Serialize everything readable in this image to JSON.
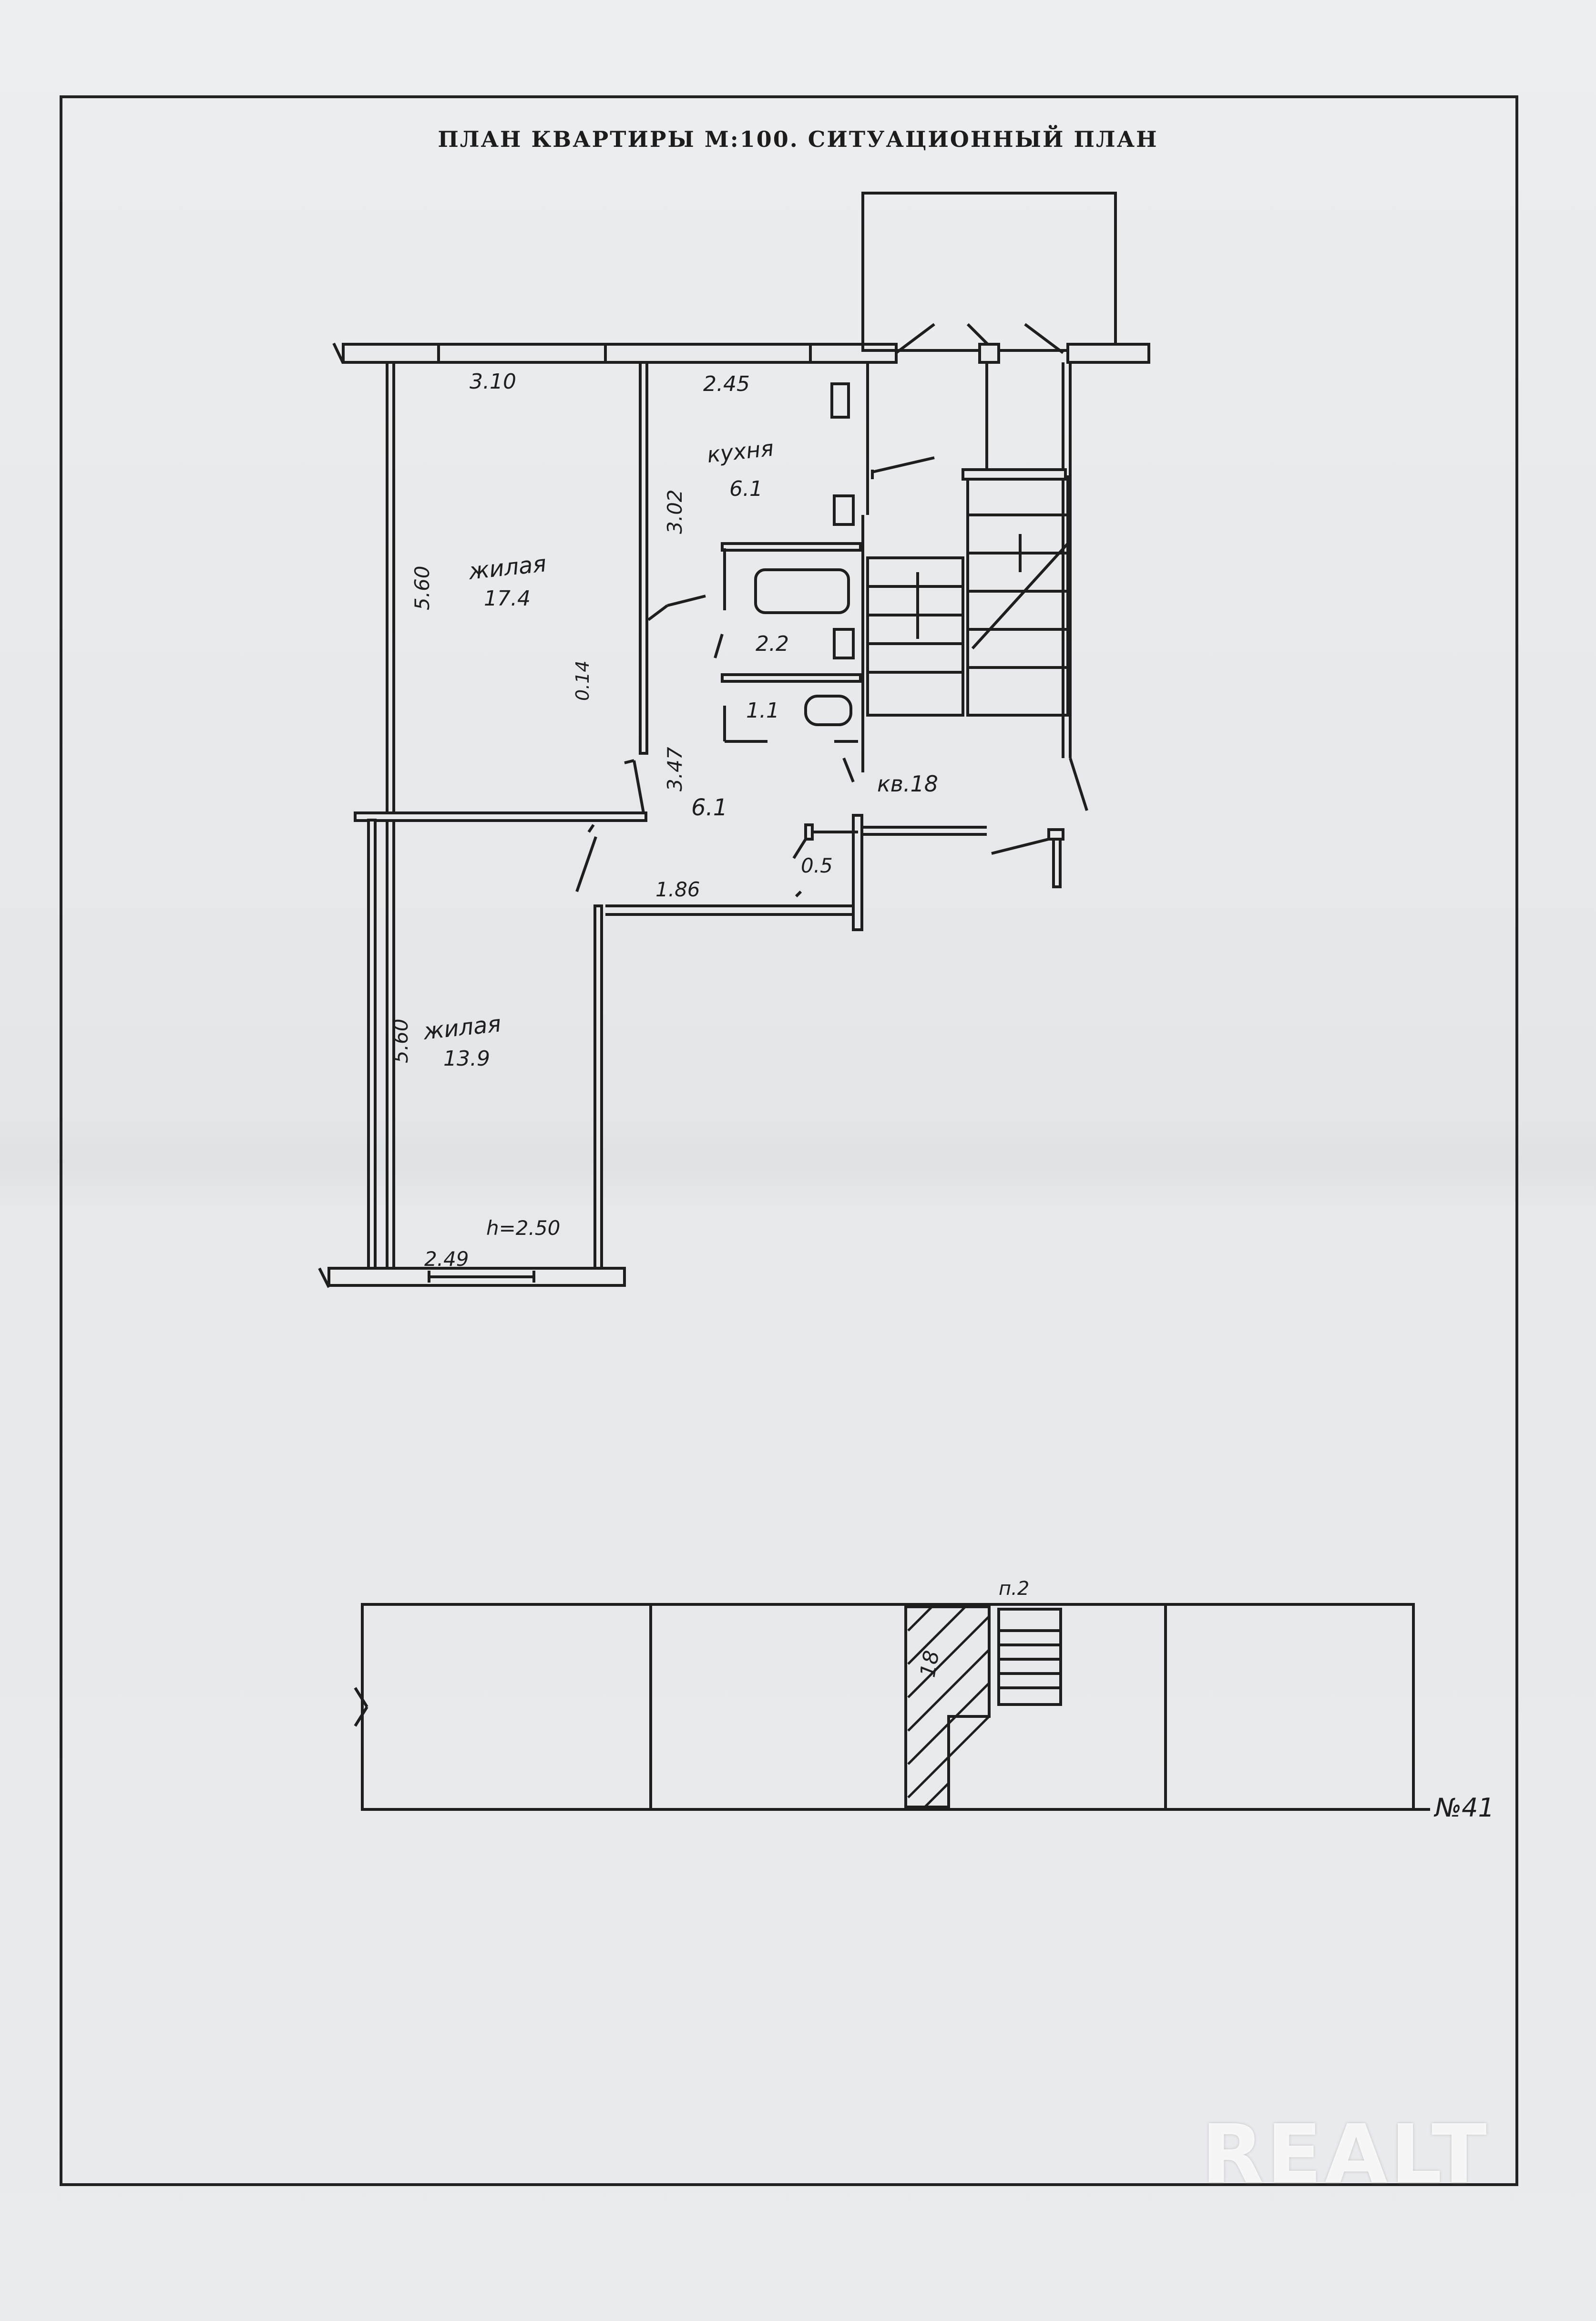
{
  "title": "ПЛАН КВАРТИРЫ М:100. СИТУАЦИОННЫЙ ПЛАН",
  "rooms": {
    "living1_name": "жилая",
    "living1_area": "17.4",
    "kitchen_name": "кухня",
    "kitchen_area": "6.1",
    "bath_area": "2.2",
    "wc_area": "1.1",
    "hall_area": "6.1",
    "closet_area": "0.5",
    "living2_name": "жилая",
    "living2_area": "13.9"
  },
  "dimensions": {
    "top_left": "3.10",
    "top_right": "2.45",
    "kitchen_height": "3.02",
    "living1_height": "5.60",
    "hall_height": "3.47",
    "wall": "0.14",
    "hall_width": "1.86",
    "living2_height": "5.60",
    "living2_width": "2.49",
    "ceiling": "h=2.50"
  },
  "labels": {
    "apartment": "кв.18",
    "entrance": "п.2",
    "unit_marker": "18",
    "building_no": "№41"
  },
  "watermark": "REALT"
}
